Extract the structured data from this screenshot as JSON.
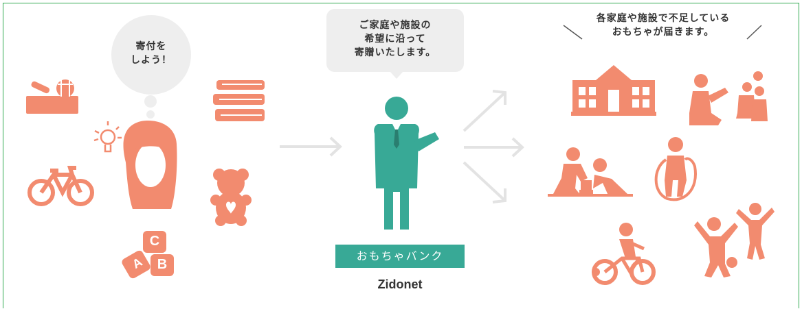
{
  "donor_bubble": {
    "line1": "寄付を",
    "line2": "しよう！"
  },
  "bank_bubble": {
    "line1": "ご家庭や施設の",
    "line2": "希望に沿って",
    "line3": "寄贈いたします。"
  },
  "recipient_caption": {
    "line1": "各家庭や施設で不足している",
    "line2": "おもちゃが届きます。"
  },
  "bank_label": "おもちゃバンク",
  "brand_name": "Zidonet",
  "blocks_letters": {
    "c": "C",
    "a": "A",
    "b": "B"
  },
  "colors": {
    "toy_coral": "#f28b6f",
    "bank_teal": "#38a996",
    "bubble_gray": "#eeeeee",
    "arrow_gray": "#e3e3e3",
    "frame_green": "#2fa84f"
  }
}
